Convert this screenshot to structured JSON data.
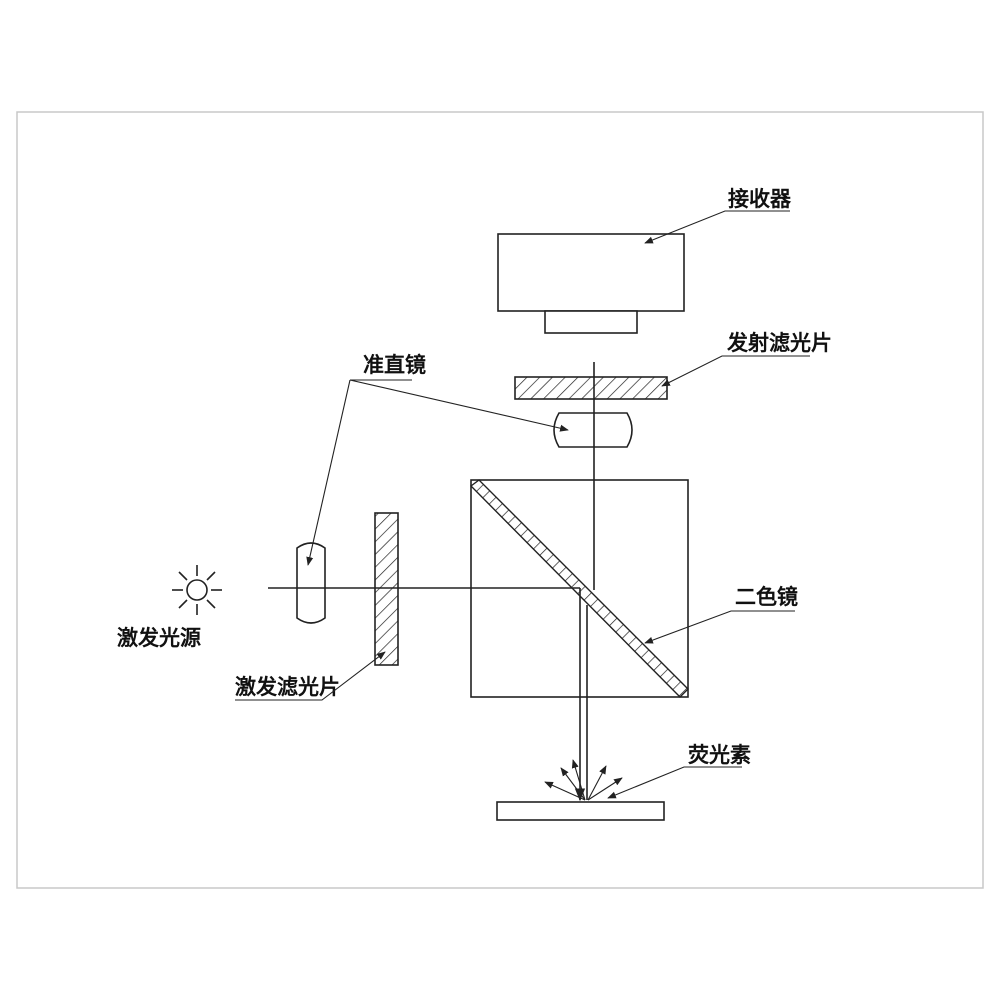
{
  "labels": {
    "receiver": "接收器",
    "emission_filter": "发射滤光片",
    "collimator": "准直镜",
    "excitation_source": "激发光源",
    "excitation_filter": "激发滤光片",
    "dichroic_mirror": "二色镜",
    "fluorophore": "荧光素"
  },
  "colors": {
    "line": "#222222",
    "frame": "#c8c8c8",
    "background": "#ffffff"
  }
}
